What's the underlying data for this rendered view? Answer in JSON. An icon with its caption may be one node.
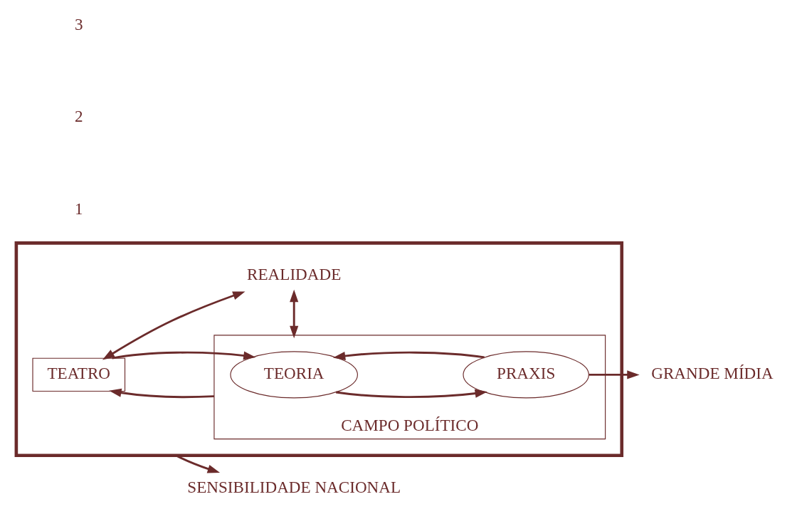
{
  "diagram": {
    "nodes": [
      {
        "text": [],
        "shape": "box"
      },
      {
        "text": [
          "TEATRO"
        ],
        "in": 0
      },
      {
        "text": [
          "CAMPO POLÍTICO"
        ],
        "in": 0
      },
      {
        "text": [
          "TEORIA"
        ],
        "in": 2
      },
      {
        "text": [
          "PRAXIS"
        ],
        "in": 2
      },
      {
        "text": [
          "REALIDADE"
        ],
        "in": 0
      },
      {
        "text": [
          "SENSIBILIDADE NACIONAL"
        ]
      },
      {
        "text": [
          "GRANDE MÍDIA"
        ]
      }
    ],
    "edges": [
      {
        "from": 1,
        "to": 3,
        "arrow": "to"
      },
      {
        "from": 2,
        "to": 1,
        "arrow": "to"
      },
      {
        "from": 4,
        "to": 3,
        "arrow": "to"
      },
      {
        "from": 3,
        "to": 4,
        "arrow": "to"
      },
      {
        "from": 1,
        "to": 5,
        "arrow": "both"
      },
      {
        "from": 5,
        "to": 2,
        "arrow": "both"
      },
      {
        "from": 0,
        "to": 6,
        "arrow": "to"
      },
      {
        "from": 4,
        "to": 7,
        "arrow": "to"
      }
    ],
    "labels": [
      "1",
      "2",
      "3"
    ]
  }
}
